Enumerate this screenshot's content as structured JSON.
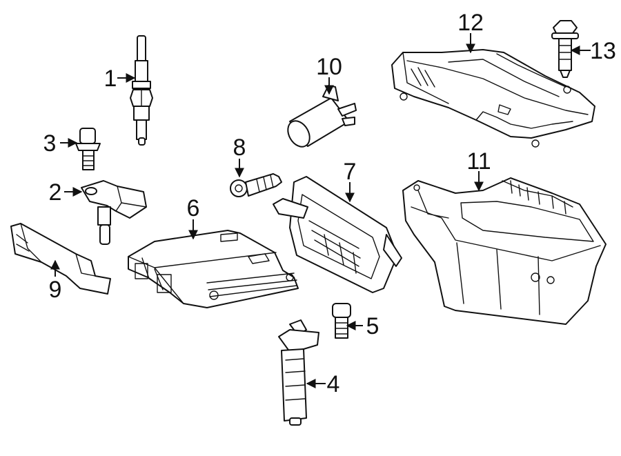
{
  "colors": {
    "line": "#111111",
    "background": "#ffffff"
  },
  "callouts": [
    {
      "id": "1",
      "label": "1"
    },
    {
      "id": "2",
      "label": "2"
    },
    {
      "id": "3",
      "label": "3"
    },
    {
      "id": "4",
      "label": "4"
    },
    {
      "id": "5",
      "label": "5"
    },
    {
      "id": "6",
      "label": "6"
    },
    {
      "id": "7",
      "label": "7"
    },
    {
      "id": "8",
      "label": "8"
    },
    {
      "id": "9",
      "label": "9"
    },
    {
      "id": "10",
      "label": "10"
    },
    {
      "id": "11",
      "label": "11"
    },
    {
      "id": "12",
      "label": "12"
    },
    {
      "id": "13",
      "label": "13"
    }
  ]
}
